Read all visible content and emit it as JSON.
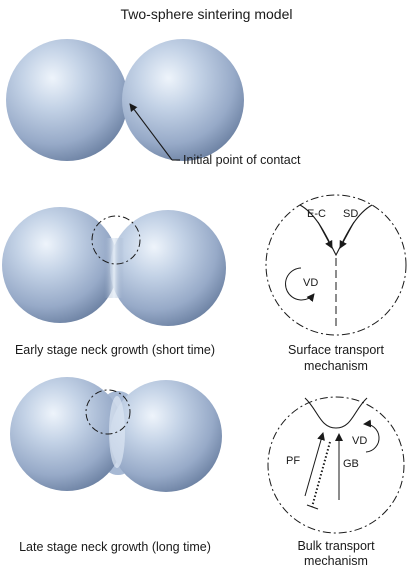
{
  "title": "Two-sphere sintering model",
  "annotations": {
    "contact": "Initial point of contact",
    "early_caption": "Early stage neck growth (short time)",
    "late_caption": "Late stage neck growth (long time)",
    "surface_caption_line1": "Surface transport",
    "surface_caption_line2": "mechanism",
    "bulk_caption_line1": "Bulk transport",
    "bulk_caption_line2": "mechanism"
  },
  "surface_mechanism": {
    "ec": "E-C",
    "sd": "SD",
    "vd": "VD"
  },
  "bulk_mechanism": {
    "pf": "PF",
    "gb": "GB",
    "vd": "VD"
  },
  "colors": {
    "sphere_light": "#e8eff8",
    "sphere_mid": "#aebfd8",
    "sphere_dark": "#6d82a3",
    "line": "#1a1a1a"
  }
}
